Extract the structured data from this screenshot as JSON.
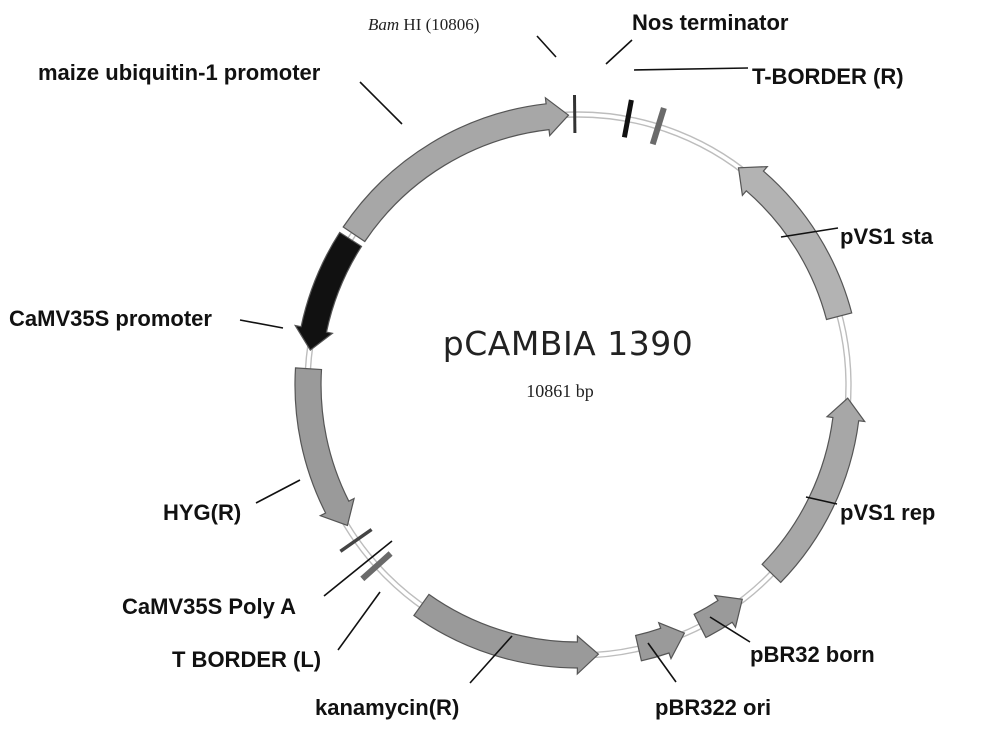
{
  "plasmid": {
    "name": "pCAMBIA 1390",
    "size_label": "10861 bp"
  },
  "features": [
    {
      "id": "ubi",
      "label": "maize ubiquitin-1 promoter",
      "start": 9170,
      "end": 10800,
      "dir": 1,
      "color": "#a7a7a7"
    },
    {
      "id": "camv",
      "label": "CaMV35S promoter",
      "start": 8370,
      "end": 9130,
      "dir": -1,
      "color": "#111111"
    },
    {
      "id": "hyg",
      "label": "HYG(R)",
      "start": 7200,
      "end": 8250,
      "dir": -1,
      "color": "#9a9a9a"
    },
    {
      "id": "kan",
      "label": "kanamycin(R)",
      "start": 5300,
      "end": 6500,
      "dir": -1,
      "color": "#9a9a9a"
    },
    {
      "id": "ori",
      "label": "pBR322 ori",
      "start": 4730,
      "end": 5040,
      "dir": -1,
      "color": "#9a9a9a"
    },
    {
      "id": "bom",
      "label": "pBR32 born",
      "start": 4300,
      "end": 4620,
      "dir": -1,
      "color": "#9a9a9a"
    },
    {
      "id": "rep",
      "label": "pVS1 rep",
      "start": 2800,
      "end": 4050,
      "dir": -1,
      "color": "#a7a7a7"
    },
    {
      "id": "sta",
      "label": "pVS1 sta",
      "start": 1100,
      "end": 2270,
      "dir": -1,
      "color": "#b3b3b3"
    }
  ],
  "markers": [
    {
      "id": "bam",
      "pos": 10840,
      "color": "#333333"
    },
    {
      "id": "nos",
      "pos": 320,
      "color": "#111111"
    },
    {
      "id": "tbr",
      "pos": 520,
      "color": "#6a6a6a"
    },
    {
      "id": "polya",
      "pos": 7090,
      "color": "#444444"
    },
    {
      "id": "tbl",
      "pos": 6880,
      "color": "#6a6a6a"
    }
  ],
  "labels": {
    "bam_site": {
      "enzyme_italic": "Bam",
      "rest": " HI (10806)"
    },
    "nos": "Nos terminator",
    "tborder_r": "T-BORDER (R)",
    "polya": "CaMV35S Poly A",
    "tborder_l": "T BORDER (L)"
  }
}
